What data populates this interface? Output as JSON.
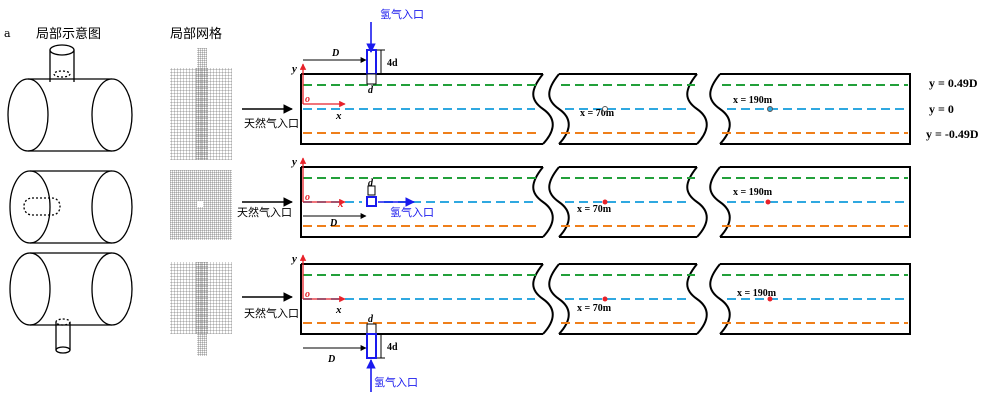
{
  "figure_label": "a",
  "headers": {
    "local_schematic": "局部示意图",
    "local_mesh": "局部网格"
  },
  "inlets": {
    "natural_gas": "天然气入口",
    "hydrogen": "氢气入口"
  },
  "dims": {
    "D": "D",
    "four_d": "4d",
    "d": "d"
  },
  "axes": {
    "x": "x",
    "y": "y",
    "origin": "o"
  },
  "probes": {
    "x70": "x = 70m",
    "x190": "x = 190m"
  },
  "lines": {
    "top": "y = 0.49D",
    "mid": "y = 0",
    "bot": "y = -0.49D"
  },
  "colors": {
    "top_line": "#22a03a",
    "mid_line": "#2fa8e0",
    "bot_line": "#ef7f1a",
    "inlet": "#1a1aee",
    "axis": "#e8222a"
  }
}
